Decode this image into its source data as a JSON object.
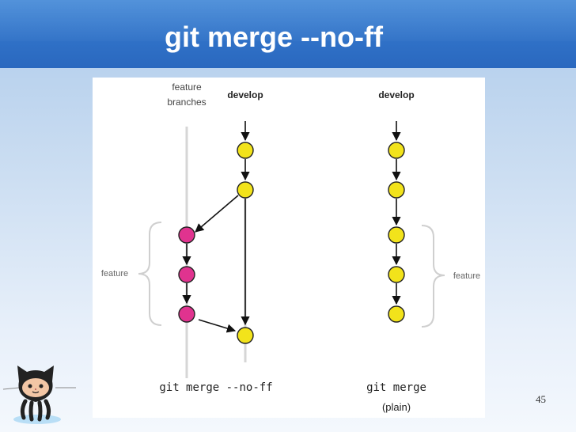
{
  "slide": {
    "title": "git merge --no-ff",
    "page_number": "45"
  },
  "diagram": {
    "left": {
      "feature_branches_label_line1": "feature",
      "feature_branches_label_line2": "branches",
      "develop_label": "develop",
      "feature_label": "feature",
      "caption": "git merge --no-ff"
    },
    "right": {
      "develop_label": "develop",
      "feature_label": "feature",
      "caption_line1": "git merge",
      "caption_line2": "(plain)"
    }
  },
  "colors": {
    "develop_commit": "#f2e31b",
    "feature_commit": "#e0338f",
    "title_bar": "#2f70c6"
  },
  "icons": [
    "octocat-mascot-icon"
  ]
}
